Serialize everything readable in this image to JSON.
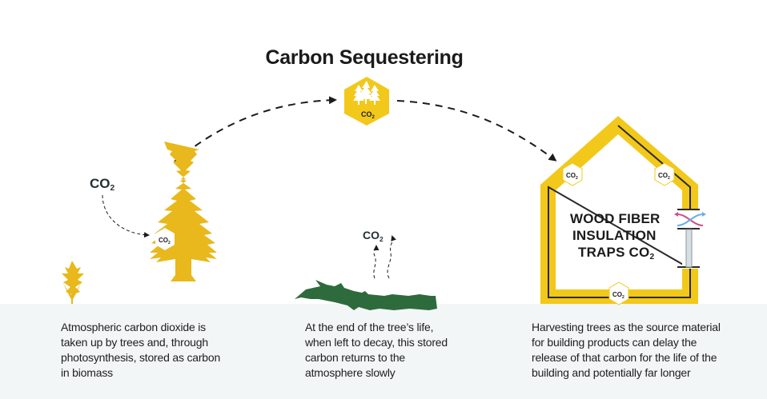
{
  "title": "Carbon Sequestering",
  "colors": {
    "gold": "#e8b81c",
    "gold_bright": "#f2c81a",
    "log_green": "#2e6b3c",
    "ground": "#f3f6f7",
    "text": "#1e1e1e",
    "arrow": "#1b1b1b",
    "pink_arrow": "#d0508a",
    "blue_arrow": "#6aaee8"
  },
  "badges": {
    "forest_badge": {
      "icon": "forest-icon",
      "label": "CO",
      "sub": "2"
    },
    "tree_badge": {
      "label": "CO",
      "sub": "2"
    },
    "house_badge_left": {
      "label": "CO",
      "sub": "2"
    },
    "house_badge_right": {
      "label": "CO",
      "sub": "2"
    },
    "house_badge_bottom": {
      "label": "CO",
      "sub": "2"
    }
  },
  "labels": {
    "atmosphere_co2": {
      "text": "CO",
      "sub": "2"
    },
    "decay_co2": {
      "text": "CO",
      "sub": "2"
    }
  },
  "house": {
    "lines": [
      "WOOD FIBER",
      "INSULATION",
      "TRAPS CO"
    ],
    "sub": "2"
  },
  "captions": [
    {
      "lines": [
        "Atmospheric carbon dioxide is",
        "taken up by trees and, through",
        "photosynthesis, stored as carbon",
        "in biomass"
      ]
    },
    {
      "lines": [
        "At the end of the tree’s life,",
        "when left to decay, this stored",
        "carbon returns to the",
        "atmosphere slowly"
      ]
    },
    {
      "lines": [
        "Harvesting trees as the source material",
        "for building products can delay the",
        "release of that carbon for the life of the",
        "building and potentially far longer"
      ]
    }
  ]
}
